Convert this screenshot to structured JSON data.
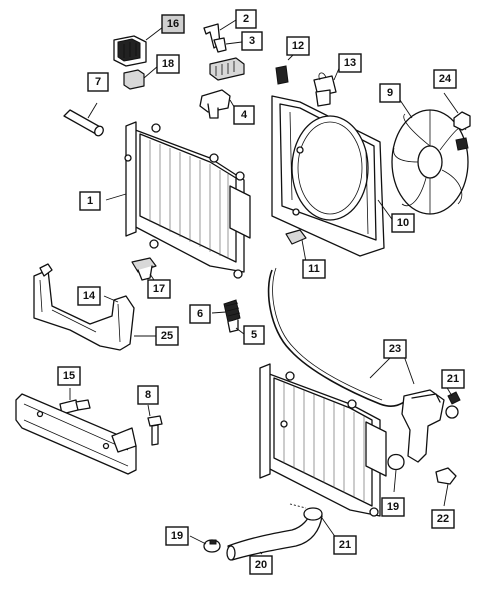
{
  "callouts": {
    "c1": {
      "label": "1"
    },
    "c2": {
      "label": "2"
    },
    "c3": {
      "label": "3"
    },
    "c4": {
      "label": "4"
    },
    "c5": {
      "label": "5"
    },
    "c6": {
      "label": "6"
    },
    "c7": {
      "label": "7"
    },
    "c8": {
      "label": "8"
    },
    "c9": {
      "label": "9"
    },
    "c10": {
      "label": "10"
    },
    "c11": {
      "label": "11"
    },
    "c12": {
      "label": "12"
    },
    "c13": {
      "label": "13"
    },
    "c14": {
      "label": "14"
    },
    "c15": {
      "label": "15"
    },
    "c16": {
      "label": "16"
    },
    "c17": {
      "label": "17"
    },
    "c18": {
      "label": "18"
    },
    "c19a": {
      "label": "19"
    },
    "c19b": {
      "label": "19"
    },
    "c20": {
      "label": "20"
    },
    "c21a": {
      "label": "21"
    },
    "c21b": {
      "label": "21"
    },
    "c22": {
      "label": "22"
    },
    "c23": {
      "label": "23"
    },
    "c24": {
      "label": "24"
    },
    "c25": {
      "label": "25"
    }
  }
}
